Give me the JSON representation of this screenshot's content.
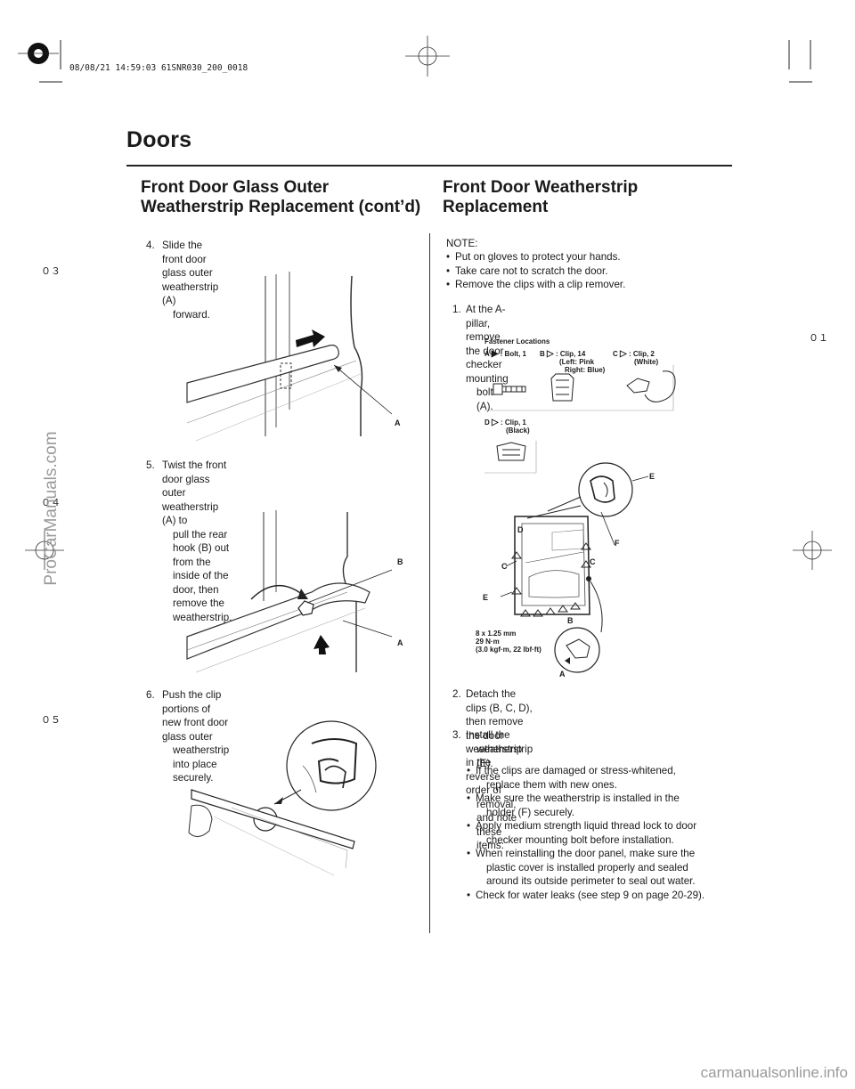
{
  "header_stamp": "08/08/21 14:59:03 61SNR030_200_0018",
  "page_title": "Doors",
  "left_heading": [
    "Front Door Glass Outer",
    "Weatherstrip Replacement (cont’d)"
  ],
  "right_heading": [
    "Front Door Weatherstrip",
    "Replacement"
  ],
  "left_steps": [
    {
      "num": "4.",
      "lines": [
        "Slide the front door glass outer weatherstrip (A)",
        "forward."
      ]
    },
    {
      "num": "5.",
      "lines": [
        "Twist the front door glass outer weatherstrip (A) to",
        "pull the rear hook (B) out from the inside of the",
        "door, then remove the weatherstrip."
      ]
    },
    {
      "num": "6.",
      "lines": [
        "Push the clip portions of new front door glass outer",
        "weatherstrip into place securely."
      ]
    }
  ],
  "note_label": "NOTE:",
  "note_items": [
    "Put on gloves to protect your hands.",
    "Take care not to scratch the door.",
    "Remove the clips with a clip remover."
  ],
  "right_steps": [
    {
      "num": "1.",
      "lines": [
        "At the A-pillar, remove the door checker mounting",
        "bolt (A)."
      ]
    },
    {
      "num": "2.",
      "lines": [
        "Detach the clips (B, C, D), then remove the door",
        "weatherstrip (E)."
      ]
    },
    {
      "num": "3.",
      "lines": [
        "Install the weatherstrip in the reverse order of",
        "removal, and note these items:"
      ]
    }
  ],
  "install_items": [
    [
      "If the clips are damaged or stress-whitened,",
      "replace them with new ones."
    ],
    [
      "Make sure the weatherstrip is installed in the",
      "holder (F) securely."
    ],
    [
      "Apply medium strength liquid thread lock to door",
      "checker mounting bolt before installation."
    ],
    [
      "When reinstalling the door panel, make sure the",
      "plastic cover is installed properly and sealed",
      "around its outside perimeter to seal out water."
    ],
    [
      "Check for water leaks (see step 9 on page 20-29)."
    ]
  ],
  "fastener_title": "Fastener Locations",
  "fasteners": {
    "a": {
      "letter": "A",
      "text": ": Bolt, 1"
    },
    "b": {
      "letter": "B",
      "text": ": Clip, 14",
      "sub1": "(Left: Pink",
      "sub2": "Right: Blue)"
    },
    "c": {
      "letter": "C",
      "text": ": Clip, 2",
      "sub1": "(White)"
    },
    "d": {
      "letter": "D",
      "text": ": Clip, 1",
      "sub1": "(Black)"
    }
  },
  "torque": [
    "8 x 1.25 mm",
    "29 N·m",
    "(3.0 kgf·m, 22 lbf·ft)"
  ],
  "fig1_labels": {
    "a": "A"
  },
  "fig2_labels": {
    "b": "B",
    "a": "A"
  },
  "door_labels": {
    "e1": "E",
    "f": "F",
    "d": "D",
    "c1": "C",
    "c2": "C",
    "e2": "E",
    "b": "B",
    "a": "A"
  },
  "margin_marks": {
    "m03": "０３",
    "m04": "０４",
    "m05": "０５",
    "m01": "０１"
  },
  "side_watermark": "ProCarManuals.com",
  "footer_watermark": "carmanualsonline.info"
}
